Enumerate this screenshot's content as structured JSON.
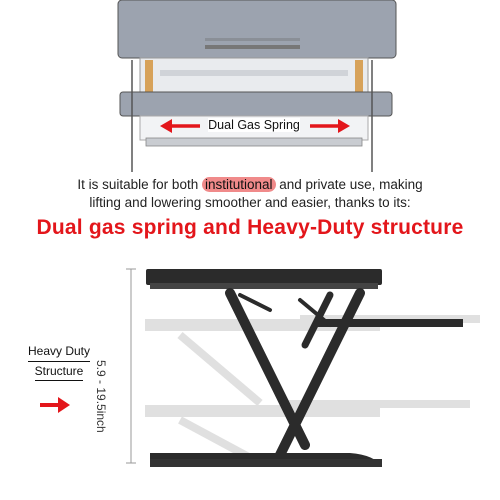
{
  "top_label": "Dual Gas Spring",
  "caption": {
    "before": "It is suitable for both ",
    "highlight": "institutional",
    "after_line1": " and private use, making",
    "line2": "lifting and lowering smoother and easier, thanks to its:"
  },
  "headline": "Dual gas spring and Heavy-Duty structure",
  "range_label": "5.9 - 19.5inch",
  "heavy_duty_line1": "Heavy Duty",
  "heavy_duty_line2": "Structure",
  "colors": {
    "accent_red": "#e3161b",
    "highlight_pink": "#f08a8a",
    "desk_gray": "#2b2b2b",
    "top_gray": "#9aa0aa"
  }
}
